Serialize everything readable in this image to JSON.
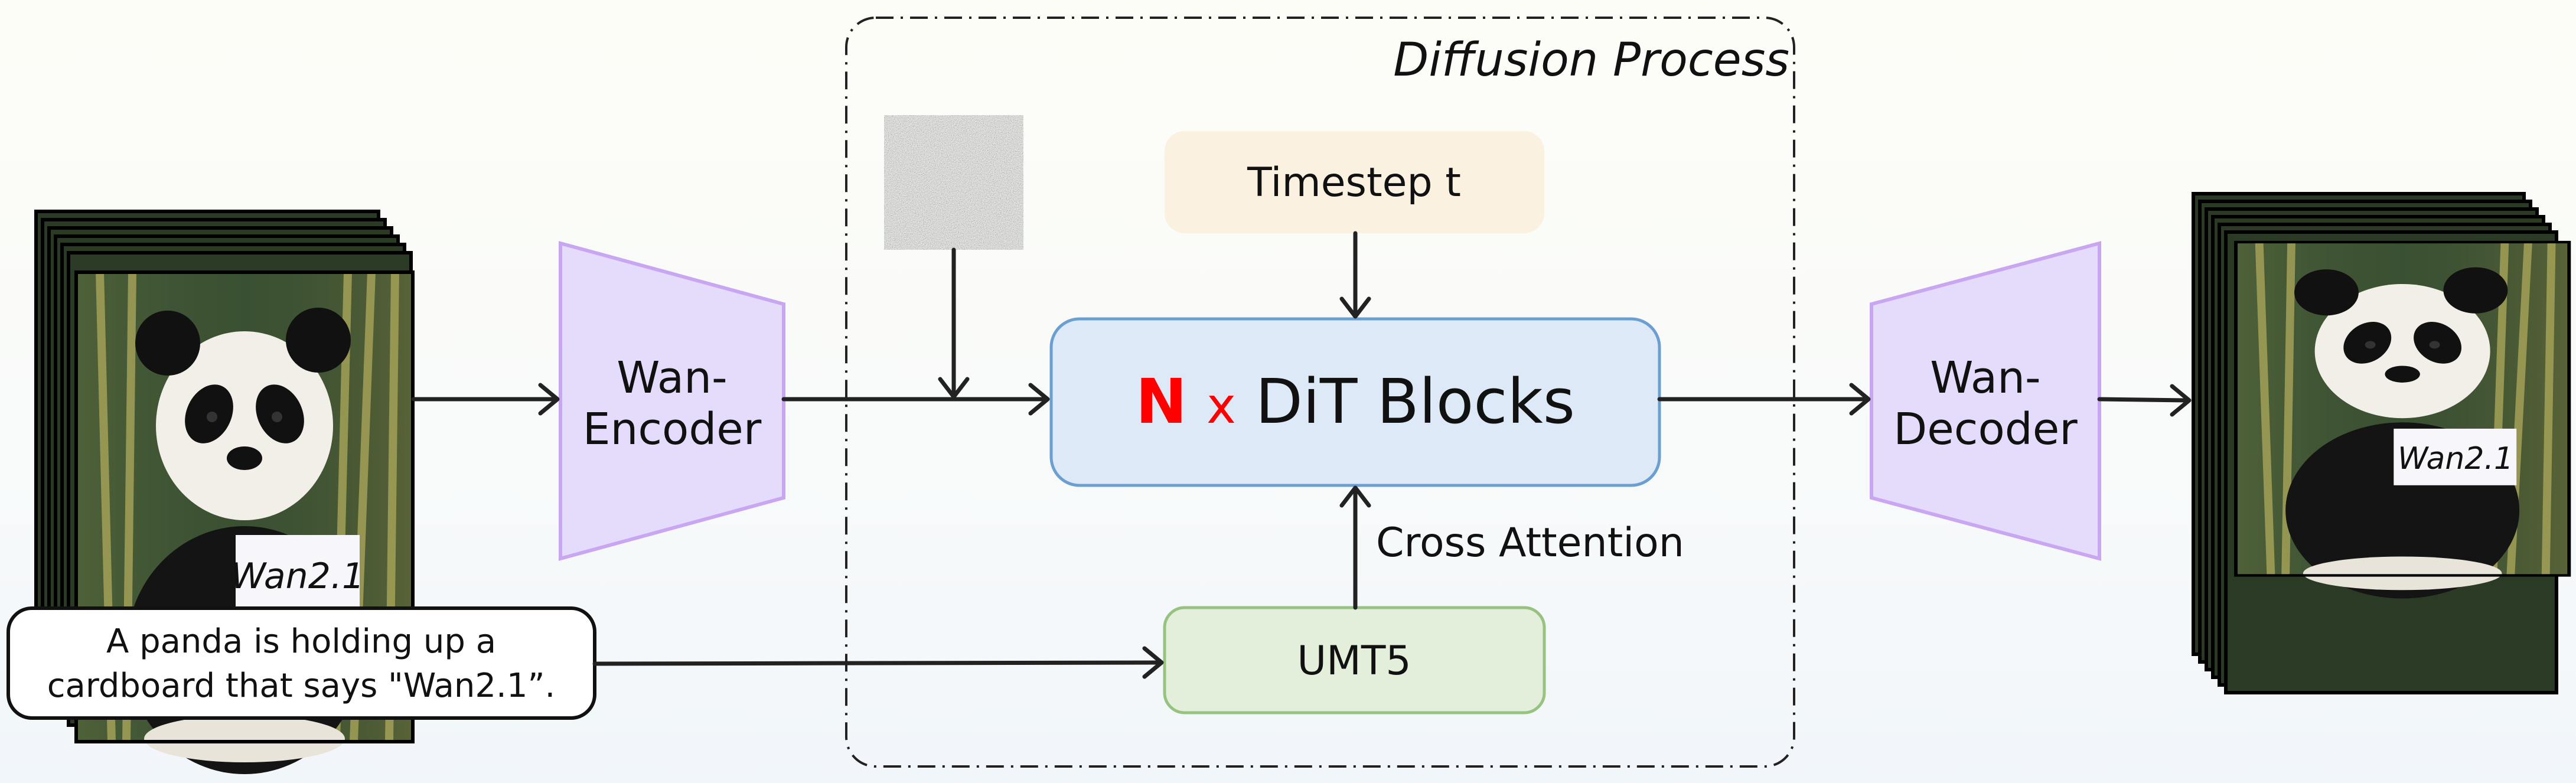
{
  "diffusion_process": {
    "label": "Diffusion Process"
  },
  "encoder": {
    "label_line1": "Wan-",
    "label_line2": "Encoder",
    "fill": "#e5dcfb",
    "stroke": "#c9a6f2"
  },
  "decoder": {
    "label_line1": "Wan-",
    "label_line2": "Decoder",
    "fill": "#e5dcfb",
    "stroke": "#c9a6f2"
  },
  "timestep": {
    "label": "Timestep t",
    "fill": "#faf1e0"
  },
  "dit": {
    "n_label": "N",
    "x_label": "x",
    "label": "DiT Blocks",
    "fill": "#dee9f8",
    "stroke": "#6b9fd2",
    "accent": "#ff0000"
  },
  "umt5": {
    "label": "UMT5",
    "fill": "#e3efdb",
    "stroke": "#97c281"
  },
  "cross_attention": {
    "label": "Cross Attention"
  },
  "prompt": {
    "line1": "A panda is holding up a",
    "line2": "cardboard that says \"Wan2.1”."
  },
  "input_video": {
    "sign_text": "Wan2.1"
  },
  "output_video": {
    "sign_text": "Wan2.1"
  }
}
